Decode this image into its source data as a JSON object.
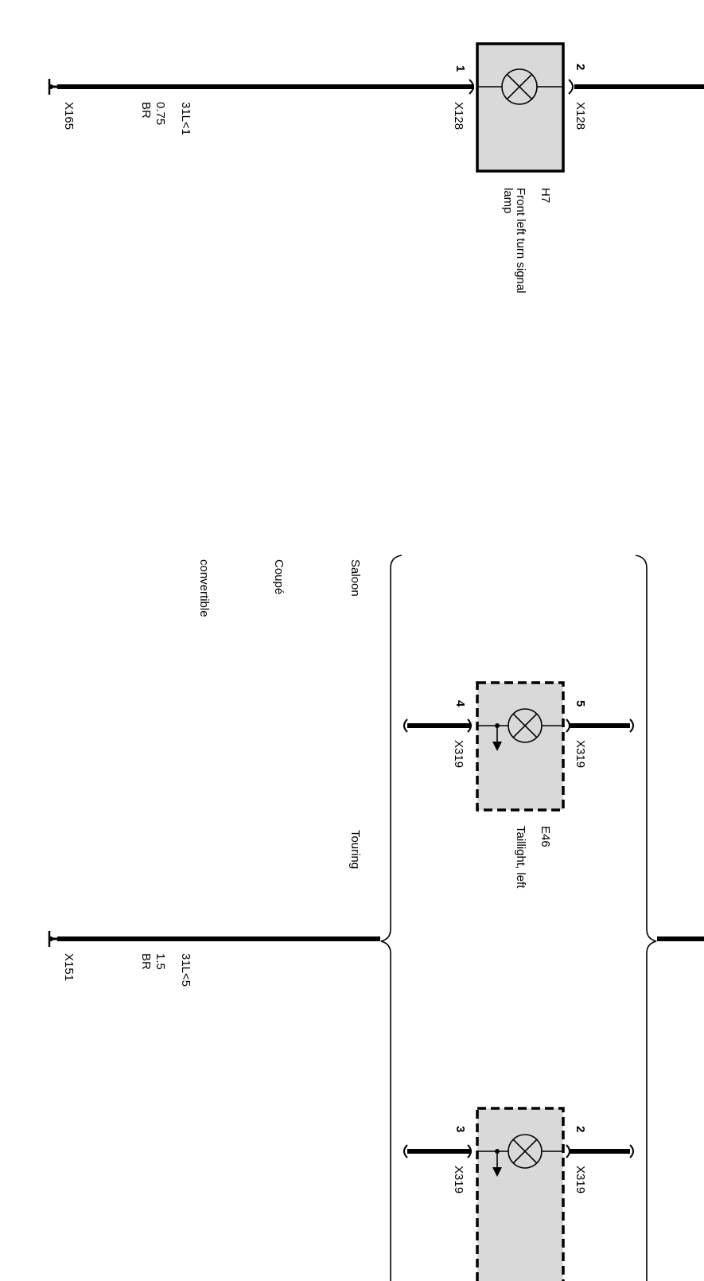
{
  "components": {
    "h7": {
      "id": "H7",
      "name_line1": "Front left turn signal",
      "name_line2": "lamp",
      "pin_left": "1",
      "pin_right": "2",
      "conn_left": "X128",
      "conn_right": "X128"
    },
    "e46": {
      "id": "E46",
      "name": "Taillight, left",
      "pin_left": "4",
      "pin_right": "5",
      "conn_left": "X319",
      "conn_right": "X319"
    },
    "lamp3": {
      "pin_left": "3",
      "pin_right": "2",
      "conn_left": "X319",
      "conn_right": "X319"
    }
  },
  "wires": {
    "top": {
      "ground": "X165",
      "signal": "31L<1",
      "gauge": "0.75",
      "color": "BR"
    },
    "bottom": {
      "ground": "X151",
      "signal": "31L<5",
      "gauge": "1.5",
      "color": "BR"
    }
  },
  "variants": {
    "saloon": "Saloon",
    "coupe": "Coupé",
    "convertible": "convertible",
    "touring": "Touring"
  }
}
